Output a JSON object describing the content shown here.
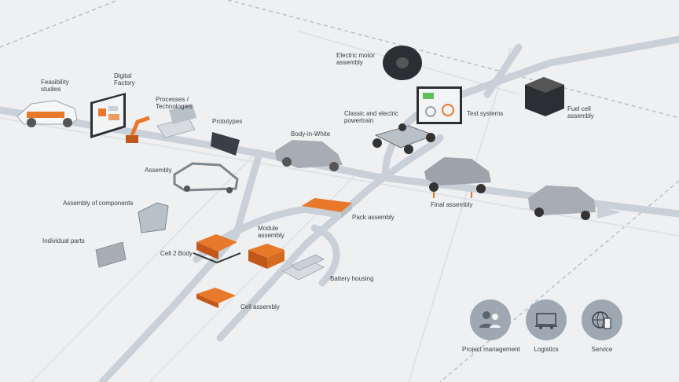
{
  "diagram": {
    "labels": {
      "feasibility": "Feasibility\nstudies",
      "digital_factory": "Digital\nFactory",
      "processes": "Processes /\nTechnologies",
      "prototypes": "Prototypes",
      "body_in_white": "Body-in-White",
      "electric_motor": "Electric motor\nassembly",
      "classic_electric": "Classic and electric\npowertrain",
      "test_systems": "Test systems",
      "fuel_cell": "Fuel cell\nassembly",
      "assembly": "Assembly",
      "assembly_components": "Assembly of components",
      "individual_parts": "Individual parts",
      "final_assembly": "Final assembly",
      "pack_assembly": "Pack assembly",
      "module_assembly": "Module\nassembly",
      "cell_to_body": "Cell 2 Body",
      "battery_housing": "Battery housing",
      "cell_assembly": "Cell assembly"
    },
    "services": [
      {
        "label": "Project management",
        "icon": "people-icon"
      },
      {
        "label": "Logistics",
        "icon": "truck-icon"
      },
      {
        "label": "Service",
        "icon": "globe-phone-icon"
      }
    ],
    "colors": {
      "background": "#eef0f2",
      "road": "#c9d0d7",
      "accent": "#e8782a",
      "icon_circle": "#9ea8b3"
    }
  }
}
